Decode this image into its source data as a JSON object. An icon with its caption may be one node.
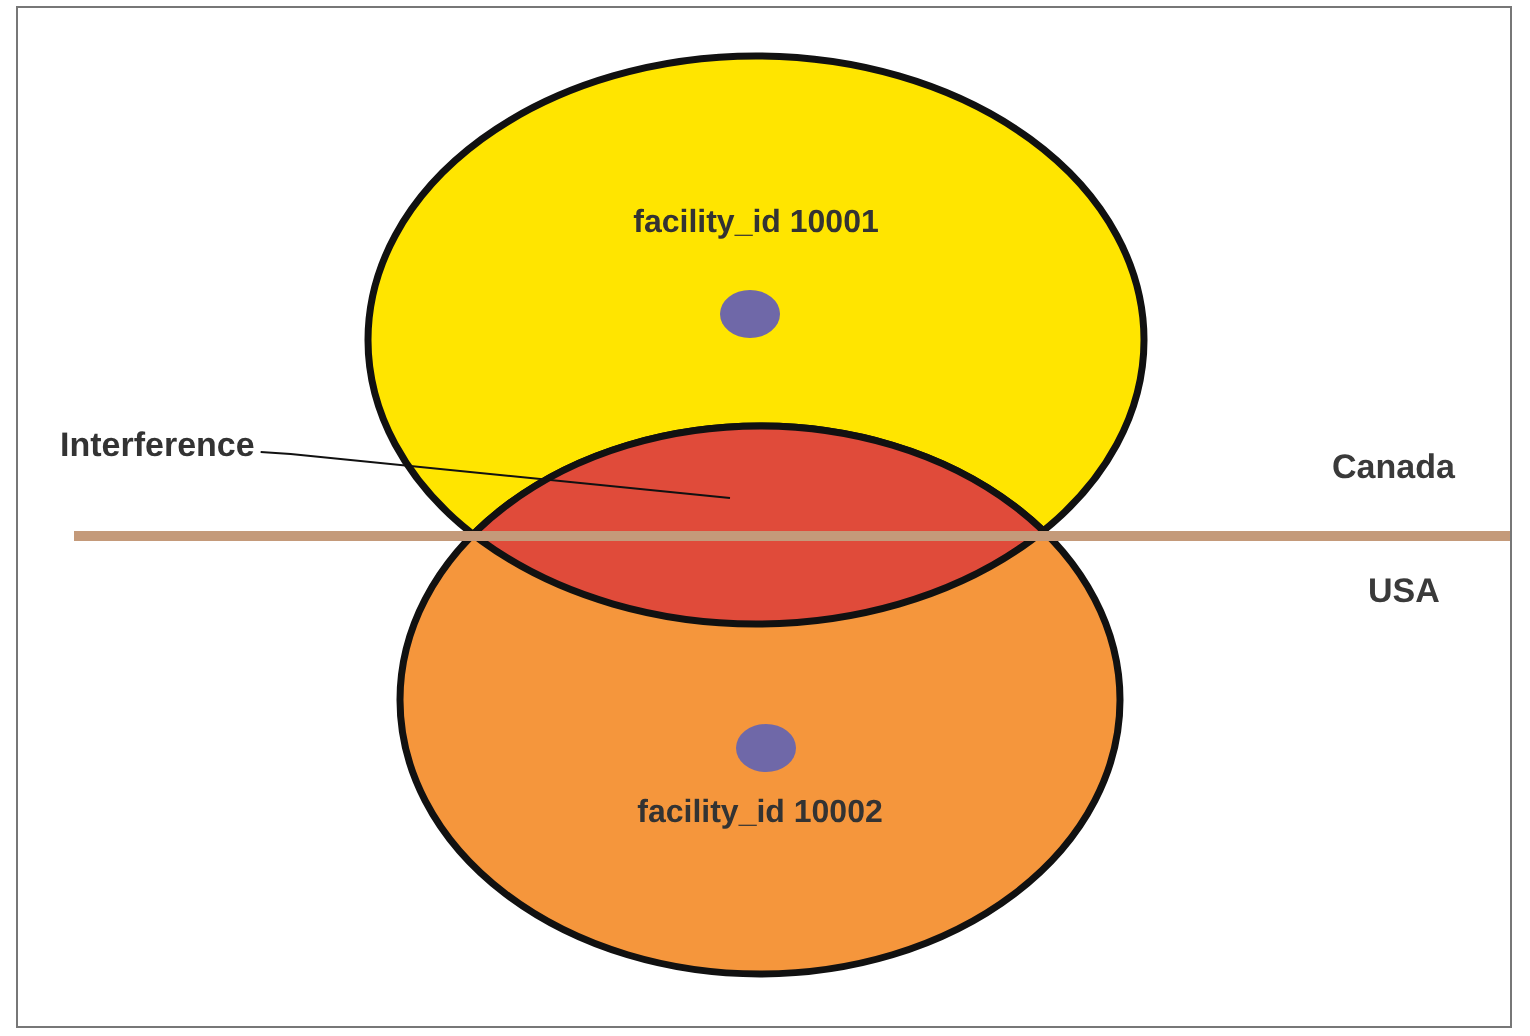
{
  "diagram": {
    "nodes": [
      {
        "text": [
          "facility_id 10001"
        ]
      },
      {
        "text": [
          "facility_id 10002"
        ]
      },
      {
        "text": [
          "Interference"
        ]
      },
      {
        "text": [],
        "shape": "lens"
      }
    ],
    "edges": [
      {
        "from": 2,
        "to": 3,
        "arrow": "none"
      }
    ],
    "labels": [
      "Canada",
      "USA"
    ]
  }
}
